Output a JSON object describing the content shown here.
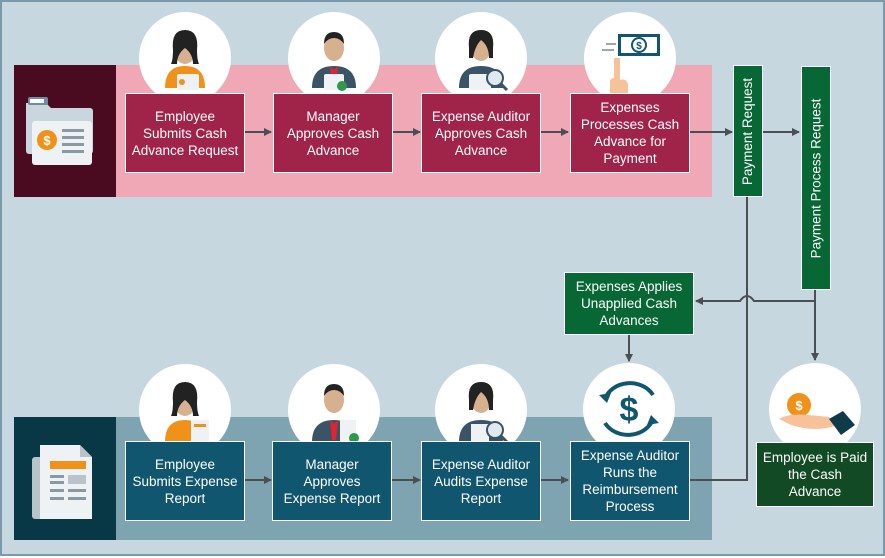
{
  "diagram": {
    "cash_advance_flow": {
      "steps": [
        {
          "label": "Employee Submits Cash Advance Request",
          "icon": "employee-female-icon"
        },
        {
          "label": "Manager Approves Cash Advance",
          "icon": "manager-approve-icon"
        },
        {
          "label": "Expense Auditor Approves Cash Advance",
          "icon": "auditor-magnifier-icon"
        },
        {
          "label": "Expenses Processes Cash Advance for Payment",
          "icon": "hand-banknote-icon"
        }
      ],
      "lane_icon": "folder-dollar-icon"
    },
    "expense_report_flow": {
      "steps": [
        {
          "label": "Employee Submits Expense Report",
          "icon": "employee-female-report-icon"
        },
        {
          "label": "Manager Approves Expense Report",
          "icon": "manager-approve-report-icon"
        },
        {
          "label": "Expense Auditor Audits Expense Report",
          "icon": "auditor-magnifier-icon"
        },
        {
          "label": "Expense Auditor Runs the Reimbursement Process",
          "icon": "dollar-cycle-icon"
        }
      ],
      "lane_icon": "document-report-icon"
    },
    "payment": {
      "payment_request": "Payment Request",
      "payment_process_request": "Payment Process Request",
      "applies_unapplied": "Expenses Applies Unapplied Cash Advances",
      "employee_paid": "Employee is Paid the Cash Advance",
      "paid_icon": "hand-coin-icon"
    },
    "colors": {
      "background": "#c6d7df",
      "cash_band": "#f0a8b6",
      "cash_step": "#a0234a",
      "expense_band": "#7ea4b1",
      "expense_step": "#10566e",
      "payment_green": "#076735",
      "accent_orange": "#f0921a"
    }
  }
}
